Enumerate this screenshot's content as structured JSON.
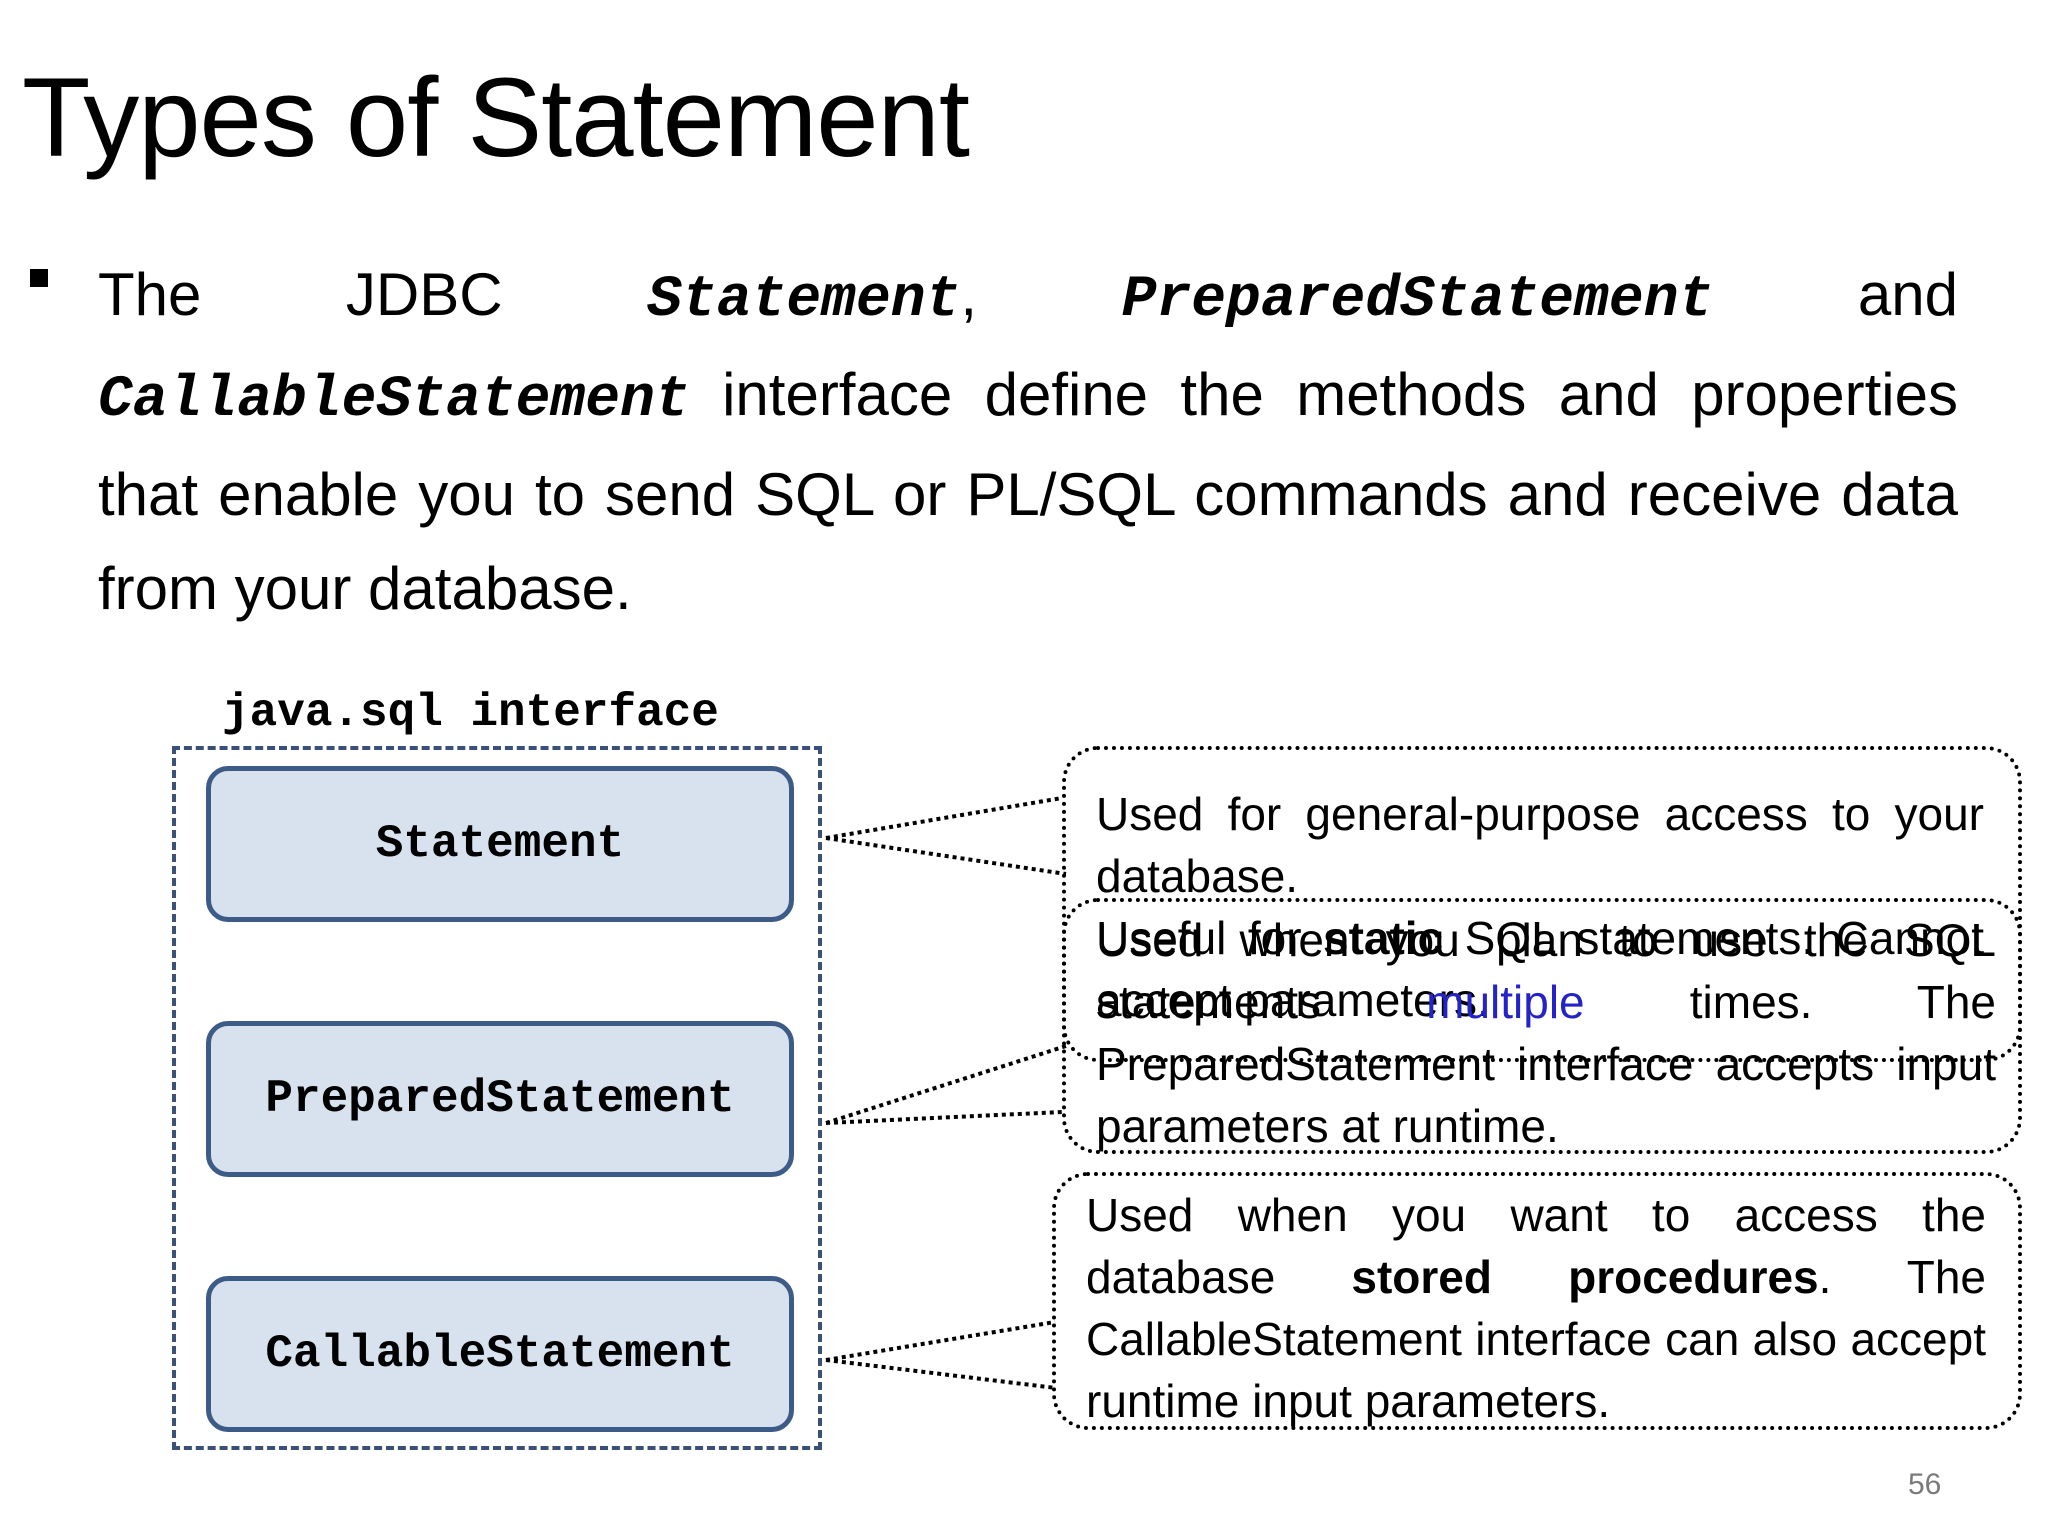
{
  "slide": {
    "title": "Types of Statement",
    "page_number": "56"
  },
  "bullet": {
    "prefix": "The JDBC ",
    "term_statement": "Statement",
    "comma": ", ",
    "term_prepared": "PreparedStatement",
    "and1": " and ",
    "term_callable": "CallableStatement",
    "rest": " interface define the methods and properties that enable you to send SQL or PL/SQL commands and receive data from your database."
  },
  "diagram": {
    "interface_label": "java.sql interface",
    "boxes": {
      "statement": "Statement",
      "prepared": "PreparedStatement",
      "callable": "CallableStatement"
    },
    "callouts": {
      "statement": {
        "line1": "Used for general-purpose access to your database.",
        "line2_prefix": "Useful for ",
        "line2_bold": "static",
        "line2_suffix": " SQL statements. Cannot accept parameters."
      },
      "prepared": {
        "prefix": "Used when you plan to use the SQL statements ",
        "highlight": "multiple",
        "suffix": " times. The PreparedStatement interface accepts input parameters at runtime."
      },
      "callable": {
        "prefix": "Used when you want to access the database ",
        "bold": "stored procedures",
        "suffix": ". The CallableStatement interface can also accept runtime input parameters."
      }
    }
  }
}
